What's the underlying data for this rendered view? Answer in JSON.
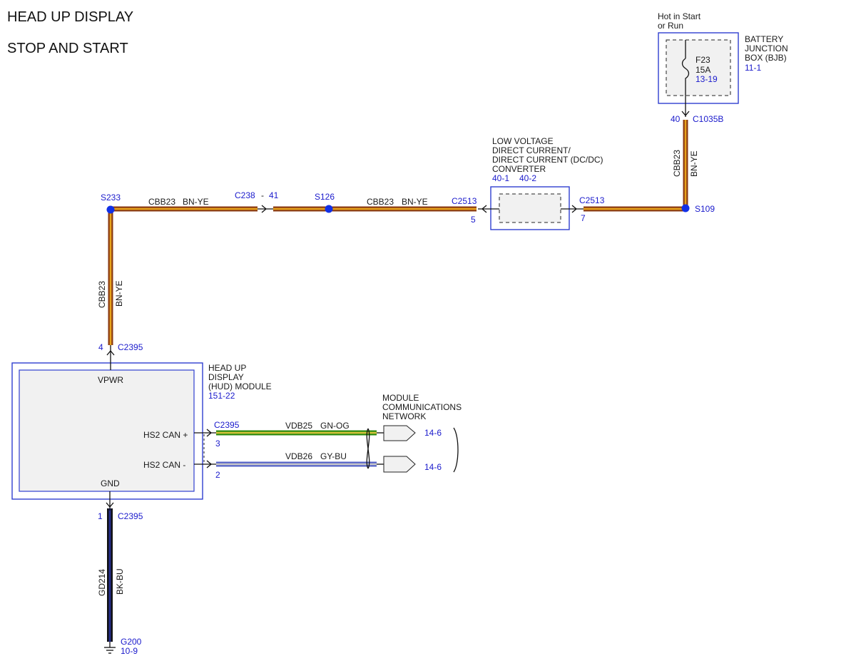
{
  "titles": {
    "line1": "HEAD UP DISPLAY",
    "line2": "STOP AND START"
  },
  "colors": {
    "bn_ye_outer": "#8a3a12",
    "bn_ye_inner": "#e8a31b",
    "gn_og_outer": "#2c8a10",
    "gn_og_inner": "#d7c23a",
    "gy_bu_outer": "#5563c8",
    "gy_bu_inner": "#c8c8c8",
    "bk_bu_outer": "#111111",
    "bk_bu_inner": "#232c8a",
    "splice": "#1230e6",
    "box": "#2f3fd0",
    "ref": "#1a1acc"
  },
  "bjb": {
    "hot_line1": "Hot in Start",
    "hot_line2": "or Run",
    "name1": "BATTERY",
    "name2": "JUNCTION",
    "name3": "BOX (BJB)",
    "ref": "11-1",
    "fuse_id": "F23",
    "fuse_rating": "15A",
    "fuse_ref": "13-19",
    "pin": "40",
    "connector": "C1035B"
  },
  "wires": {
    "circuit_cbb23": "CBB23",
    "color_bn_ye": "BN-YE",
    "circuit_vdb25": "VDB25",
    "color_gn_og": "GN-OG",
    "circuit_vdb26": "VDB26",
    "color_gy_bu": "GY-BU",
    "circuit_gd214": "GD214",
    "color_bk_bu": "BK-BU"
  },
  "splices": {
    "s109": "S109",
    "s126": "S126",
    "s233": "S233"
  },
  "inline_connector": {
    "id": "C238",
    "dash": "-",
    "pin": "41"
  },
  "dcdc": {
    "line1": "LOW VOLTAGE",
    "line2": "DIRECT CURRENT/",
    "line3": "DIRECT CURRENT (DC/DC)",
    "line4": "CONVERTER",
    "ref1": "40-1",
    "ref2": "40-2",
    "conn_left": "C2513",
    "pin_left": "5",
    "conn_right": "C2513",
    "pin_right": "7"
  },
  "hud": {
    "name1": "HEAD UP",
    "name2": "DISPLAY",
    "name3": "(HUD) MODULE",
    "ref": "151-22",
    "vpwr": "VPWR",
    "hs2_plus": "HS2 CAN +",
    "hs2_minus": "HS2 CAN -",
    "gnd": "GND",
    "conn_top": "C2395",
    "pin_top": "4",
    "conn_can": "C2395",
    "pin_can_plus": "3",
    "pin_can_minus": "2",
    "conn_bottom": "C2395",
    "pin_bottom": "1"
  },
  "network": {
    "line1": "MODULE",
    "line2": "COMMUNICATIONS",
    "line3": "NETWORK",
    "ref_plus": "14-6",
    "ref_minus": "14-6"
  },
  "ground": {
    "id": "G200",
    "ref": "10-9"
  }
}
